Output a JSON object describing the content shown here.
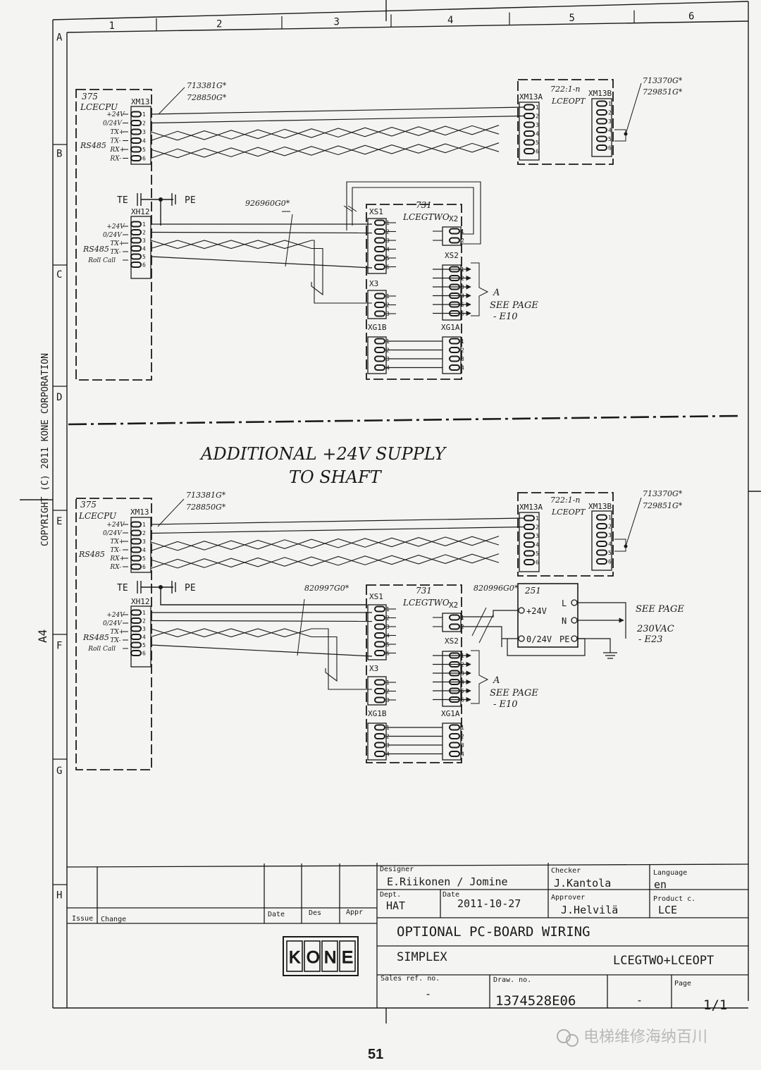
{
  "frame": {
    "columns": [
      "1",
      "2",
      "3",
      "4",
      "5",
      "6"
    ],
    "rows": [
      "A",
      "B",
      "C",
      "D",
      "E",
      "F",
      "G",
      "H"
    ],
    "copyright": "COPYRIGHT (C) 2011 KONE CORPORATION",
    "paper_size": "A4"
  },
  "section_title": {
    "line1": "ADDITIONAL +24V SUPPLY",
    "line2": "TO SHAFT"
  },
  "upper": {
    "cpu_id": "375",
    "cpu_name": "LCECPU",
    "xm13": "XM13",
    "xm13_signals": [
      "+24V",
      "0/24V",
      "TX+",
      "TX-",
      "RX+",
      "RX-"
    ],
    "rs485": "RS485",
    "cable1": [
      "713381G*",
      "728850G*"
    ],
    "opt_xm13a": "XM13A",
    "opt_id": "722:1-n",
    "opt_name": "LCEOPT",
    "opt_xm13b": "XM13B",
    "cable2": [
      "713370G*",
      "729851G*"
    ],
    "te": "TE",
    "pe": "PE",
    "xh12": "XH12",
    "xh12_signals": [
      "+24V",
      "0/24V",
      "TX+",
      "TX-",
      "Roll Call"
    ],
    "cable3": "926960G0*",
    "gtwo_id": "731",
    "gtwo_name": "LCEGTWO",
    "xs1": "XS1",
    "x2": "X2",
    "xs2": "XS2",
    "x3": "X3",
    "xg1b": "XG1B",
    "xg1a": "XG1A",
    "ref_a": "A",
    "ref_see": "SEE PAGE",
    "ref_page": "- E10"
  },
  "lower": {
    "cpu_id": "375",
    "cpu_name": "LCECPU",
    "xm13": "XM13",
    "xm13_signals": [
      "+24V",
      "0/24V",
      "TX+",
      "TX-",
      "RX+",
      "RX-"
    ],
    "rs485": "RS485",
    "cable1": [
      "713381G*",
      "728850G*"
    ],
    "opt_xm13a": "XM13A",
    "opt_id": "722:1-n",
    "opt_name": "LCEOPT",
    "opt_xm13b": "XM13B",
    "cable2": [
      "713370G*",
      "729851G*"
    ],
    "te": "TE",
    "pe": "PE",
    "xh12": "XH12",
    "xh12_signals": [
      "+24V",
      "0/24V",
      "TX+",
      "TX-",
      "Roll Call"
    ],
    "cable3": "820997G0*",
    "cable4": "820996G0*",
    "gtwo_id": "731",
    "gtwo_name": "LCEGTWO",
    "xs1": "XS1",
    "x2": "X2",
    "xs2": "XS2",
    "x3": "X3",
    "xg1b": "XG1B",
    "xg1a": "XG1A",
    "psu_id": "251",
    "psu_plus": "+24V",
    "psu_minus": "0/24V",
    "psu_l": "L",
    "psu_n": "N",
    "psu_pe": "PE",
    "see_page": "SEE PAGE",
    "vac": "230VAC",
    "vac_page": "- E23",
    "ref_a": "A",
    "ref_see": "SEE PAGE",
    "ref_page": "- E10"
  },
  "title_block": {
    "designer_label": "Designer",
    "designer": "E.Riikonen / Jomine",
    "checker_label": "Checker",
    "checker": "J.Kantola",
    "language_label": "Language",
    "language": "en",
    "dept_label": "Dept.",
    "dept": "HAT",
    "date_label": "Date",
    "date": "2011-10-27",
    "approver_label": "Approver",
    "approver": "J.Helvilä",
    "product_label": "Product c.",
    "product": "LCE",
    "issue": "Issue",
    "change": "Change",
    "rev_date": "Date",
    "des": "Des",
    "appr": "Appr",
    "title1": "OPTIONAL PC-BOARD WIRING",
    "title2": "SIMPLEX",
    "title3": "LCEGTWO+LCEOPT",
    "sales_label": "Sales ref. no.",
    "sales": "-",
    "draw_label": "Draw. no.",
    "draw": "1374528E06",
    "draw_suffix": "-",
    "page_label": "Page",
    "page": "1/1",
    "logo": "KONE"
  },
  "footer": {
    "page_number": "51",
    "watermark": "电梯维修海纳百川"
  }
}
